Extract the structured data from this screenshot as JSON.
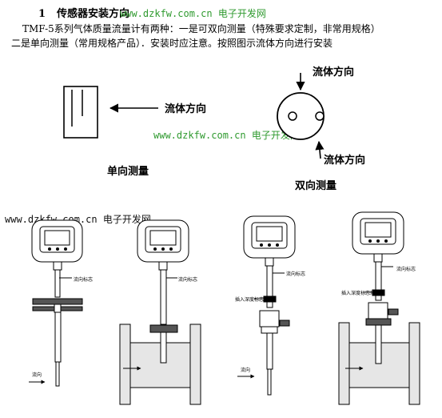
{
  "section": {
    "number": "1",
    "title": "传感器安装方向"
  },
  "intro": {
    "line1": "TMF-5系列气体质量流量计有两种：一是可双向测量（特殊要求定制，非常用规格）",
    "line2": "二是单向测量（常用规格产品）．安装时应注意。按照图示流体方向进行安装"
  },
  "watermark": {
    "url": "www.dzkfw.com.cn",
    "site": "电子开发网"
  },
  "top_diagram": {
    "flow_direction_label": "流体方向",
    "single_label": "单向测量",
    "bi_label": "双向测量"
  },
  "bottom_diagram": {
    "flow_direction_tag": "流向标志",
    "insertion_tag": "插入深度标志环",
    "flow_label": "流向"
  },
  "colors": {
    "watermark": "#2f9a2f",
    "ink": "#000000",
    "pipe_fill": "#e6e6e6"
  }
}
